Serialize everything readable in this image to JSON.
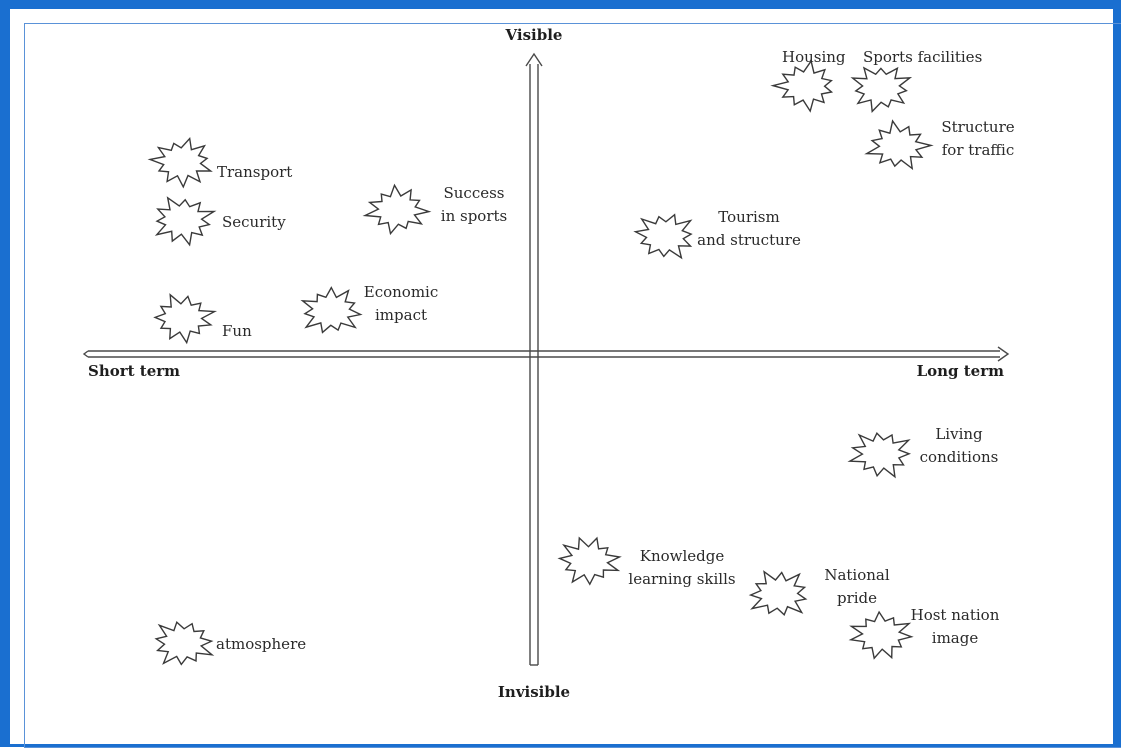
{
  "axes": {
    "top": "Visible",
    "bottom": "Invisible",
    "left": "Short term",
    "right": "Long term"
  },
  "items": [
    {
      "id": "housing",
      "lines": [
        "Housing"
      ]
    },
    {
      "id": "sports-facilities",
      "lines": [
        "Sports facilities"
      ]
    },
    {
      "id": "structure-traffic",
      "lines": [
        "Structure",
        "for traffic"
      ]
    },
    {
      "id": "transport",
      "lines": [
        "Transport"
      ]
    },
    {
      "id": "security",
      "lines": [
        "Security"
      ]
    },
    {
      "id": "success-sports",
      "lines": [
        "Success",
        "in sports"
      ]
    },
    {
      "id": "tourism",
      "lines": [
        "Tourism",
        "and structure"
      ]
    },
    {
      "id": "fun",
      "lines": [
        "Fun"
      ]
    },
    {
      "id": "economic-impact",
      "lines": [
        "Economic",
        "impact"
      ]
    },
    {
      "id": "living-conditions",
      "lines": [
        "Living",
        "conditions"
      ]
    },
    {
      "id": "knowledge",
      "lines": [
        "Knowledge",
        "learning skills"
      ]
    },
    {
      "id": "national-pride",
      "lines": [
        "National",
        "pride"
      ]
    },
    {
      "id": "host-nation",
      "lines": [
        "Host nation",
        "image"
      ]
    },
    {
      "id": "atmosphere",
      "lines": [
        "atmosphere"
      ]
    }
  ]
}
